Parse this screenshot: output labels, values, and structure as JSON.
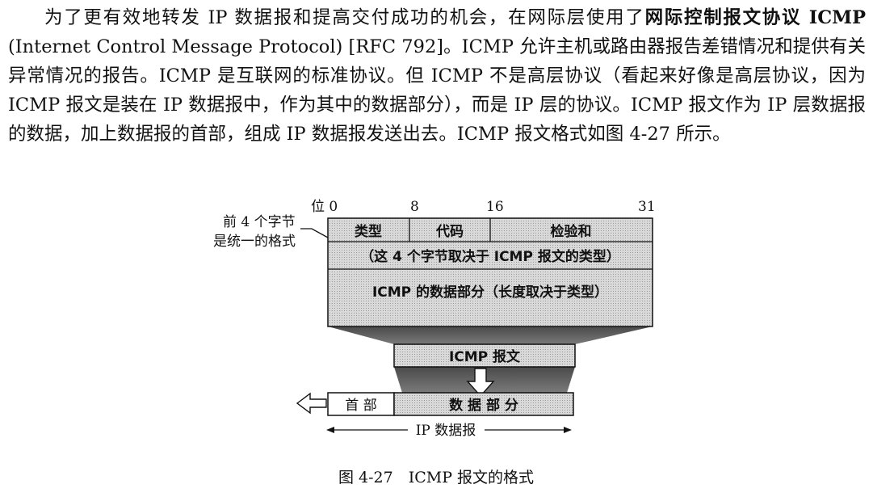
{
  "paragraph": {
    "part1": "为了更有效地转发 IP 数据报和提高交付成功的机会，在网际层使用了",
    "term_bold": "网际控制报文协议 ICMP",
    "part2": " (Internet Control Message Protocol) [RFC 792]。ICMP 允许主机或路由器报告差错情况和提供有关异常情况的报告。ICMP 是互联网的标准协议。但 ICMP 不是高层协议（看起来好像是高层协议，因为 ICMP 报文是装在 IP 数据报中，作为其中的数据部分），而是 IP 层的协议。ICMP 报文作为 IP 层数据报的数据，加上数据报的首部，组成 IP 数据报发送出去。ICMP 报文格式如图 4-27 所示。"
  },
  "figure": {
    "bit_labels": {
      "b0": "位 0",
      "b8": "8",
      "b16": "16",
      "b31": "31"
    },
    "side_note": {
      "line1": "前 4 个字节",
      "line2": "是统一的格式"
    },
    "fields": {
      "type": "类型",
      "code": "代码",
      "checksum": "检验和",
      "row2": "（这 4 个字节取决于 ICMP 报文的类型）",
      "data": "ICMP 的数据部分（长度取决于类型）"
    },
    "icmp_message": "ICMP 报文",
    "ip_header": "首 部",
    "ip_data": "数 据 部 分",
    "ip_datagram": "IP 数据报",
    "caption": "图 4-27　ICMP 报文的格式"
  },
  "colors": {
    "box_fill": "#d6d6d6",
    "funnel": "#5a5a5a",
    "text": "#111111"
  }
}
